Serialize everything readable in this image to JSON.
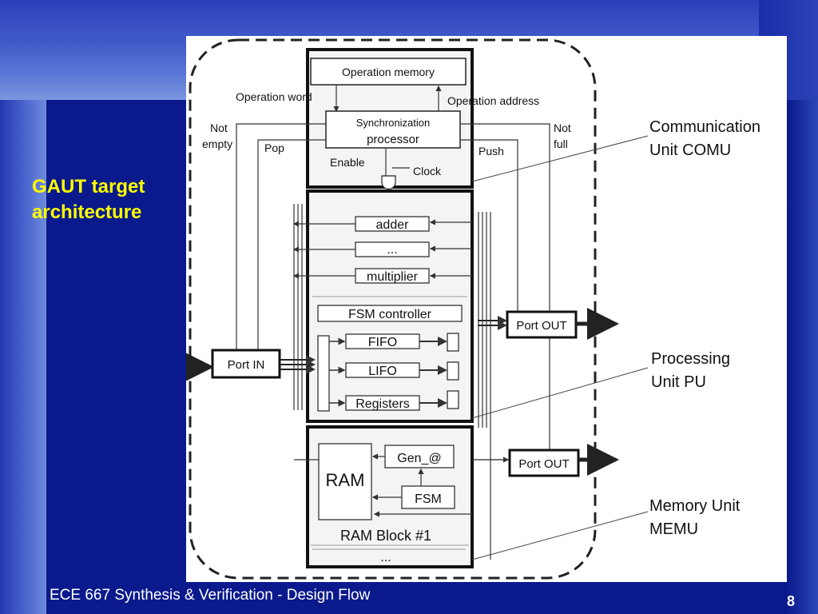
{
  "slide": {
    "title_line1": "GAUT target",
    "title_line2": "architecture",
    "footer": "ECE 667 Synthesis & Verification - Design Flow",
    "page_number": "8"
  },
  "diagram": {
    "operation_memory": "Operation memory",
    "operation_word": "Operation word",
    "operation_address": "Operation address",
    "sync_line1": "Synchronization",
    "sync_line2": "processor",
    "not_empty_1": "Not",
    "not_empty_2": "empty",
    "pop": "Pop",
    "not_full_1": "Not",
    "not_full_2": "full",
    "push": "Push",
    "enable": "Enable",
    "clock": "Clock",
    "adder": "adder",
    "ellipsis_op": "...",
    "multiplier": "multiplier",
    "fsm_controller": "FSM controller",
    "fifo": "FIFO",
    "lifo": "LIFO",
    "registers": "Registers",
    "port_in": "Port IN",
    "port_out_1": "Port OUT",
    "port_out_2": "Port OUT",
    "ram": "RAM",
    "gen": "Gen_@",
    "fsm": "FSM",
    "ram_block": "RAM Block #1",
    "ellipsis_ram": "...",
    "comu_line1": "Communication",
    "comu_line2": "Unit COMU",
    "pu_line1": "Processing",
    "pu_line2": "Unit PU",
    "memu_line1": "Memory Unit",
    "memu_line2": "MEMU"
  }
}
